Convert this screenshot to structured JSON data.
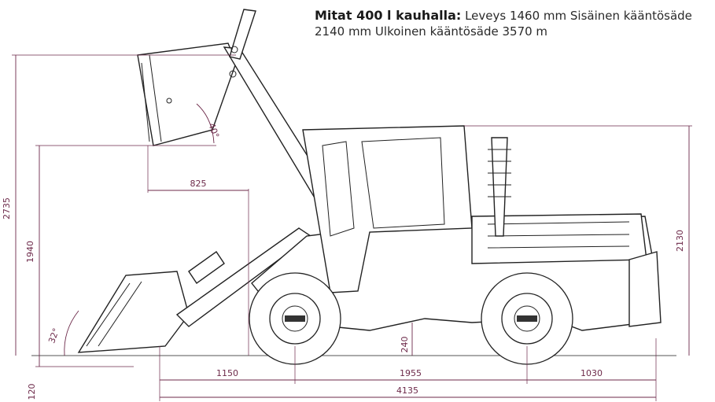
{
  "spec": {
    "title": "Mitat 400 l kauhalla:",
    "text": "Leveys 1460 mm Sisäinen kääntösäde 2140 mm Ulkoinen kääntösäde 3570 m"
  },
  "dimensions": {
    "height_total": "2735",
    "dump_height": "1940",
    "reach": "825",
    "dump_angle": "40°",
    "rollback_angle": "32°",
    "dig_depth": "120",
    "ground_clearance": "240",
    "cab_height": "2130",
    "front_overhang": "1150",
    "wheelbase": "1955",
    "rear_overhang": "1030",
    "overall_length": "4135"
  },
  "colors": {
    "dimension": "#6d2a4a",
    "outline": "#222222"
  }
}
